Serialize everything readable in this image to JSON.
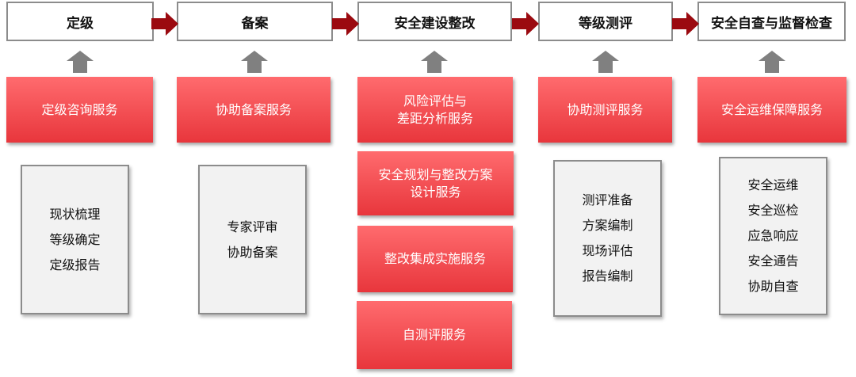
{
  "stages": [
    "定级",
    "备案",
    "安全建设整改",
    "等级测评",
    "安全自查与监督检查"
  ],
  "services": {
    "col1": "定级咨询服务",
    "col2": "协助备案服务",
    "col3": [
      "风险评估与\n差距分析服务",
      "安全规划与整改方案\n设计服务",
      "整改集成实施服务",
      "自测评服务"
    ],
    "col4": "协助测评服务",
    "col5": "安全运维保障服务"
  },
  "lists": {
    "col1": [
      "现状梳理",
      "等级确定",
      "定级报告"
    ],
    "col2": [
      "专家评审",
      "协助备案"
    ],
    "col4": [
      "测评准备",
      "方案编制",
      "现场评估",
      "报告编制"
    ],
    "col5": [
      "安全运维",
      "安全巡检",
      "应急响应",
      "安全通告",
      "协助自查"
    ]
  },
  "colors": {
    "flow_arrow": "#9b0a10",
    "up_arrow": "#808080",
    "service_top": "#ff6b6e",
    "service_bottom": "#e8363c"
  }
}
